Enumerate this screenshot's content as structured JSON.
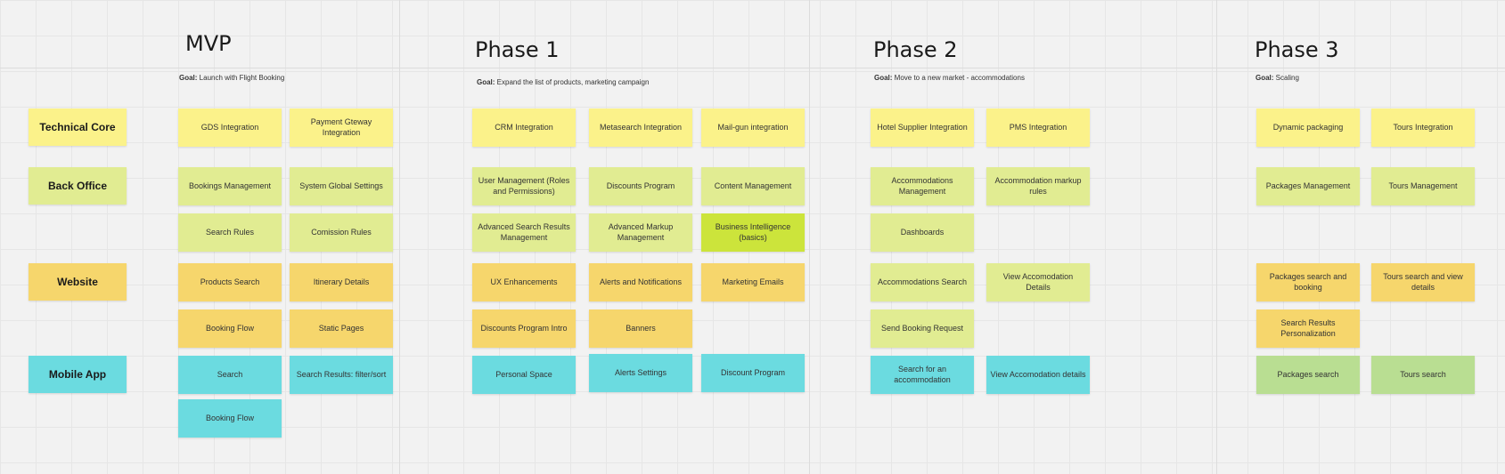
{
  "phases": [
    {
      "title": "MVP",
      "goal_prefix": "Goal:",
      "goal_text": " Launch with Flight Booking"
    },
    {
      "title": "Phase 1",
      "goal_prefix": "Goal:",
      "goal_text": " Expand the list of products, marketing campaign"
    },
    {
      "title": "Phase 2",
      "goal_prefix": "Goal:",
      "goal_text": " Move to a new market - accommodations"
    },
    {
      "title": "Phase 3",
      "goal_prefix": "Goal:",
      "goal_text": " Scaling"
    }
  ],
  "rows": [
    "Technical Core",
    "Back Office",
    "Website",
    "Mobile App"
  ],
  "colors": {
    "technical_core": "#fbf28a",
    "back_office": "#e1ec92",
    "business_intelligence": "#cce43b",
    "website": "#f6d66c",
    "mobile_app": "#6bdbe0",
    "phase3_packages": "#b9de92"
  },
  "stickies": {
    "mvp": [
      "GDS Integration",
      "Payment Gteway Integration",
      "Bookings Management",
      "System Global Settings",
      "Search Rules",
      "Comission Rules",
      "Products Search",
      "Itinerary Details",
      "Booking Flow",
      "Static Pages",
      "Search",
      "Search Results: filter/sort",
      "Booking Flow"
    ],
    "phase1": [
      "CRM Integration",
      "Metasearch Integration",
      "Mail-gun integration",
      "User Management (Roles and Permissions)",
      "Discounts Program",
      "Content Management",
      "Advanced Search Results Management",
      "Advanced Markup Management",
      "Business Intelligence (basics)",
      "UX Enhancements",
      "Alerts and Notifications",
      "Marketing Emails",
      "Discounts Program Intro",
      "Banners",
      "Personal Space",
      "Alerts Settings",
      "Discount Program"
    ],
    "phase2": [
      "Hotel Supplier Integration",
      "PMS Integration",
      "Accommodations Management",
      "Accommodation markup rules",
      "Dashboards",
      "Accommodations Search",
      "View Accomodation Details",
      "Send Booking Request",
      "Search for an accommodation",
      "View Accomodation details"
    ],
    "phase3": [
      "Dynamic packaging",
      "Tours Integration",
      "Packages Management",
      "Tours Management",
      "Packages search and booking",
      "Tours search and view details",
      "Search Results Personalization",
      "Packages search",
      "Tours search"
    ]
  }
}
